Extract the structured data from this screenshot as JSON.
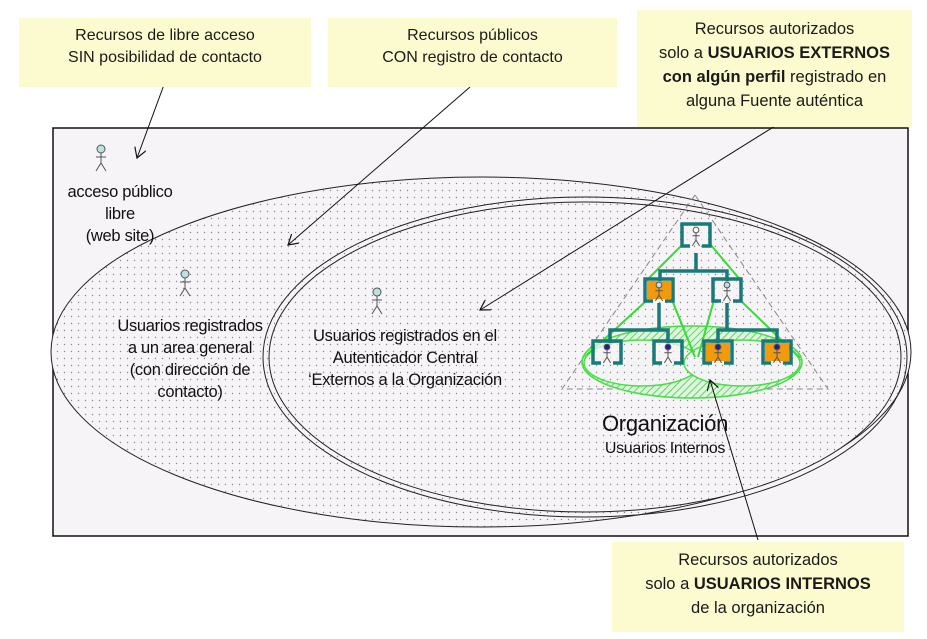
{
  "callouts": {
    "libre": {
      "line1": "Recursos de libre acceso",
      "line2": "SIN posibilidad de contacto"
    },
    "publicos": {
      "line1": "Recursos públicos",
      "line2": "CON registro de contacto"
    },
    "externos": {
      "line1": "Recursos  autorizados",
      "line2_pre": "solo a ",
      "line2_bold": "USUARIOS  EXTERNOS",
      "line3_bold": "con algún perfil",
      "line3_post": " registrado  en",
      "line4": "alguna  Fuente auténtica"
    },
    "internos": {
      "line1": "Recursos autorizados",
      "line2_pre": "solo a ",
      "line2_bold": "USUARIOS INTERNOS",
      "line3": "de la organización"
    }
  },
  "zones": {
    "public": {
      "line1": "acceso público",
      "line2": "libre",
      "line3": "(web site)"
    },
    "registered_general": {
      "line1": "Usuarios registrados",
      "line2": "a un area general",
      "line3": "(con  dirección de",
      "line4": "contacto)"
    },
    "central_auth": {
      "line1": "Usuarios  registrados en el",
      "line2": "Autenticador Central",
      "line3": "‘Externos a la Organización"
    },
    "organization": {
      "title": "Organización",
      "subtitle": "Usuarios Internos"
    }
  },
  "colors": {
    "callout_bg": "#fbfbcf",
    "frame_bg": "#f7f4f8",
    "org_box": "#1a7a7a",
    "org_highlight": "#f29a0c",
    "org_group": "#33dd33",
    "actor_head": "#bfe0e0",
    "internal_head": "#2a1a8a"
  }
}
